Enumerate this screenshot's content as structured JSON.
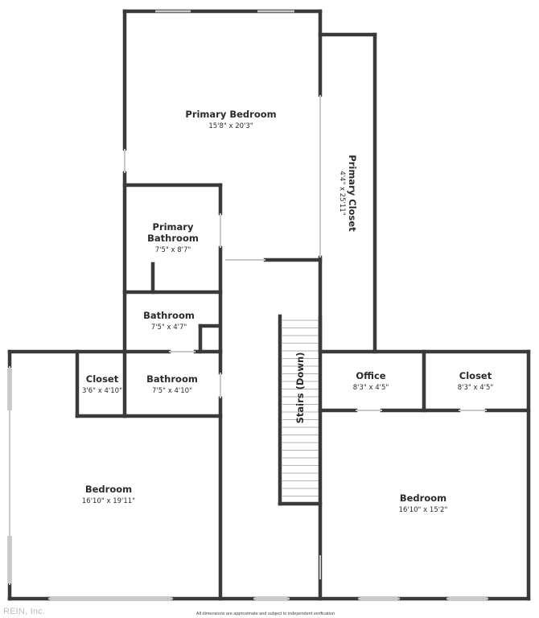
{
  "rooms": {
    "primary_bedroom": {
      "name": "Primary Bedroom",
      "dims": "15'8\" x 20'3\""
    },
    "primary_closet": {
      "name": "Primary Closet",
      "dims": "4'4\" x 25'11\""
    },
    "primary_bathroom": {
      "name_line1": "Primary",
      "name_line2": "Bathroom",
      "dims": "7'5\" x 8'7\""
    },
    "bathroom_upper": {
      "name": "Bathroom",
      "dims": "7'5\" x 4'7\""
    },
    "closet_small": {
      "name": "Closet",
      "dims": "3'6\" x 4'10\""
    },
    "bathroom_lower": {
      "name": "Bathroom",
      "dims": "7'5\" x 4'10\""
    },
    "office": {
      "name": "Office",
      "dims": "8'3\" x 4'5\""
    },
    "closet_right": {
      "name": "Closet",
      "dims": "8'3\" x 4'5\""
    },
    "stairs": {
      "name": "Stairs (Down)"
    },
    "bedroom_left": {
      "name": "Bedroom",
      "dims": "16'10\" x 19'11\""
    },
    "bedroom_right": {
      "name": "Bedroom",
      "dims": "16'10\" x 15'2\""
    }
  },
  "footer": {
    "disclaimer": "All dimensions are approximate and subject to independent verification"
  },
  "watermark": {
    "text": "REIN, Inc."
  },
  "colors": {
    "wall": "#3a3a3a",
    "window": "#c8c8c8",
    "background": "#ffffff"
  }
}
